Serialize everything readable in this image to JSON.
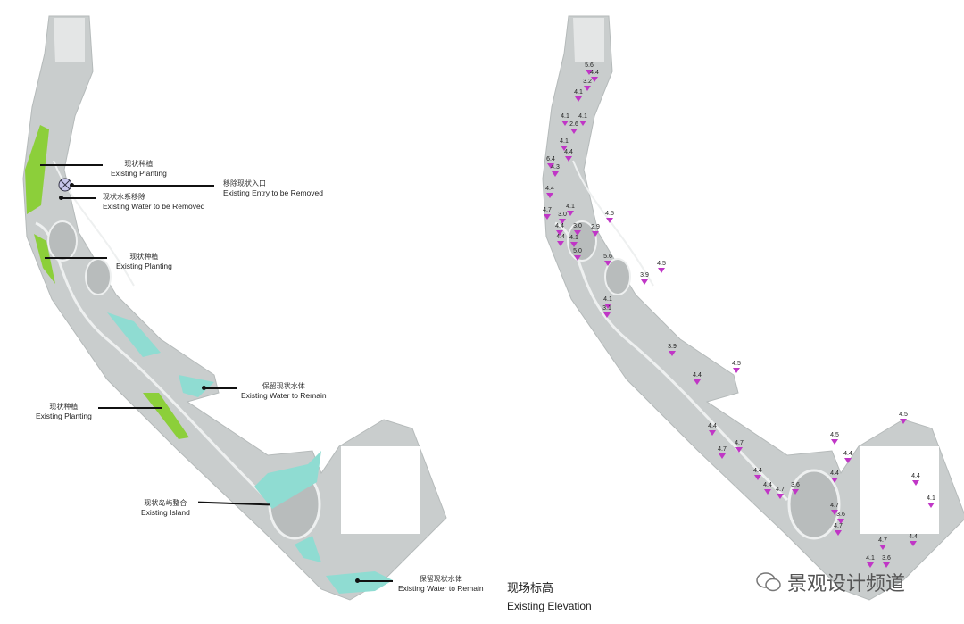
{
  "left_plan": {
    "labels": [
      {
        "cn": "现状种植",
        "en": "Existing Planting"
      },
      {
        "cn": "移除现状入口",
        "en": "Existing Entry to be Removed"
      },
      {
        "cn": "现状水系移除",
        "en": "Existing Water to be Removed"
      },
      {
        "cn": "现状种植",
        "en": "Existing Planting"
      },
      {
        "cn": "保留现状水体",
        "en": "Existing Water to Remain"
      },
      {
        "cn": "现状种植",
        "en": "Existing Planting"
      },
      {
        "cn": "现状岛屿整合",
        "en": "Existing Island"
      },
      {
        "cn": "保留现状水体",
        "en": "Existing Water to Remain"
      }
    ]
  },
  "right_plan": {
    "title_cn": "现场标高",
    "title_en": "Existing Elevation",
    "elevations": [
      "5.6",
      "4.4",
      "3.2",
      "4.1",
      "4.1",
      "4.1",
      "2.6",
      "4.1",
      "4.4",
      "6.4",
      "4.3",
      "4.4",
      "4.1",
      "4.7",
      "3.0",
      "4.5",
      "4.4",
      "3.0",
      "2.9",
      "4.4",
      "4.1",
      "5.0",
      "5.6",
      "4.5",
      "3.9",
      "4.1",
      "3.1",
      "3.9",
      "4.5",
      "4.4",
      "4.5",
      "4.5",
      "4.4",
      "4.4",
      "4.7",
      "4.7",
      "4.4",
      "4.4",
      "4.4",
      "4.4",
      "4.7",
      "3.6",
      "4.1",
      "4.7",
      "3.6",
      "4.7",
      "4.7",
      "4.4",
      "4.1",
      "3.6"
    ]
  },
  "watermark": {
    "text": "景观设计频道"
  },
  "colors": {
    "planting": "#8ccf3a",
    "water": "#8fdcd2",
    "marker": "#c036c6",
    "site": "#c9cdcd"
  }
}
